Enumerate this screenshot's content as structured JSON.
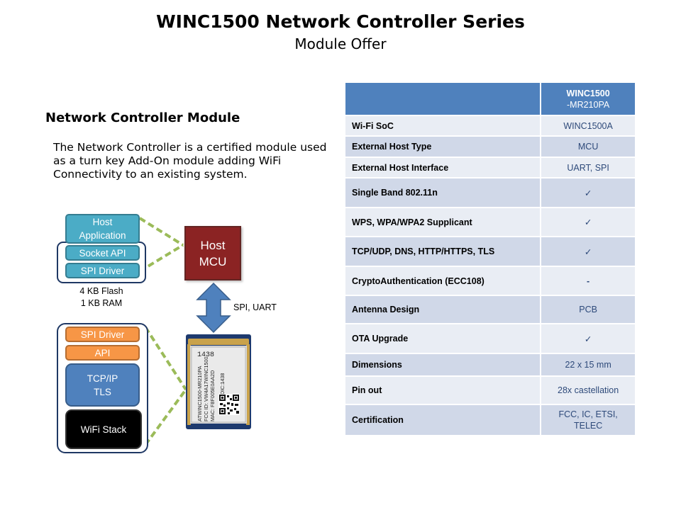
{
  "header": {
    "title": "WINC1500 Network Controller Series",
    "subtitle": "Module Offer"
  },
  "section": {
    "heading": "Network Controller Module",
    "description": "The Network Controller is a certified module used as a turn key Add-On module adding WiFi Connectivity to an existing system."
  },
  "diagram": {
    "host_stack": [
      "Host Application",
      "Socket API",
      "SPI Driver"
    ],
    "memory": [
      "4 KB Flash",
      "1 KB RAM"
    ],
    "host_mcu": [
      "Host",
      "MCU"
    ],
    "interface_label": "SPI, UART",
    "module_stack": [
      "SPI Driver",
      "API",
      "TCP/IP TLS",
      "WiFi Stack"
    ],
    "module_image": {
      "shield_text": "1438",
      "label_lines": [
        "ATWINC1500-MR210PA",
        "FCC ID: VW4A17WINC1500",
        "MAC: F8F005E0AA2D",
        "DIC:1438"
      ]
    },
    "colors": {
      "host": "#4bacc6",
      "mcu": "#8b2323",
      "orange": "#f79646",
      "tcp": "#4f81bd",
      "arrow": "#4f81bd",
      "connector": "#9bbb59"
    }
  },
  "table": {
    "column_header": [
      "WINC1500",
      "-MR210PA"
    ],
    "rows": [
      {
        "label": "Wi-Fi SoC",
        "value": "WINC1500A"
      },
      {
        "label": "External Host Type",
        "value": "MCU"
      },
      {
        "label": "External Host Interface",
        "value": "UART, SPI"
      },
      {
        "label": "Single Band 802.11n",
        "value": "✓"
      },
      {
        "label": "WPS, WPA/WPA2 Supplicant",
        "value": "✓"
      },
      {
        "label": "TCP/UDP, DNS, HTTP/HTTPS,  TLS",
        "value": "✓"
      },
      {
        "label": "CryptoAuthentication (ECC108)",
        "value": "-"
      },
      {
        "label": "Antenna Design",
        "value": "PCB"
      },
      {
        "label": "OTA Upgrade",
        "value": "✓"
      },
      {
        "label": "Dimensions",
        "value": "22 x 15 mm"
      },
      {
        "label": "Pin out",
        "value": "28x castellation"
      },
      {
        "label": "Certification",
        "value": "FCC, IC, ETSI, TELEC"
      }
    ]
  }
}
